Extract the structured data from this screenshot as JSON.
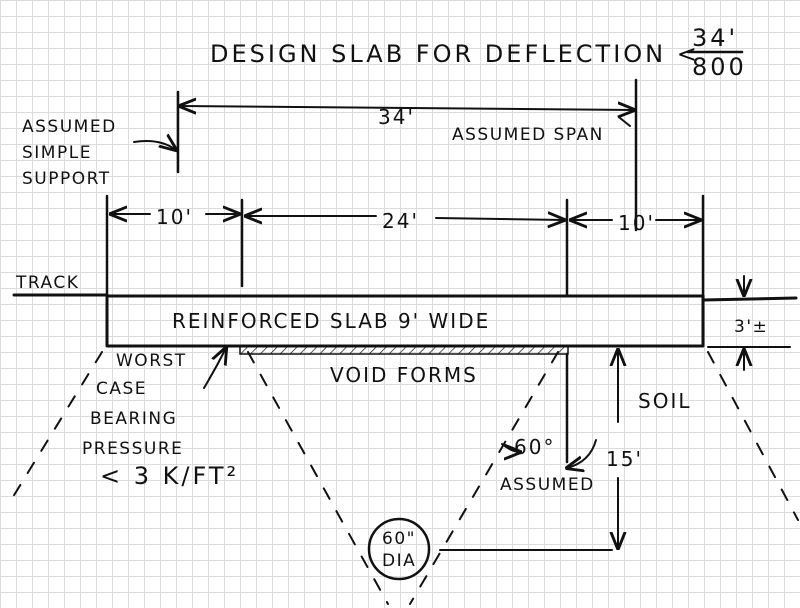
{
  "title": {
    "text": "DESIGN SLAB FOR DEFLECTION <",
    "numerator": "34'",
    "denominator": "800"
  },
  "span": {
    "length": "34'",
    "label": "ASSUMED SPAN"
  },
  "support_note": [
    "ASSUMED",
    "SIMPLE",
    "SUPPORT"
  ],
  "dimensions": {
    "left": "10'",
    "middle": "24'",
    "right": "10'"
  },
  "track_label": "TRACK",
  "slab_label": "REINFORCED SLAB 9' WIDE",
  "cover_depth": "3'±",
  "void_label": "VOID FORMS",
  "bearing_note": [
    "WORST",
    "CASE",
    "BEARING",
    "PRESSURE",
    "< 3 K/FT²"
  ],
  "soil_label": "SOIL",
  "depth_label": "15'",
  "angle": {
    "value": "60°",
    "note": "ASSUMED"
  },
  "pipe_label": [
    "60\"",
    "DIA"
  ]
}
